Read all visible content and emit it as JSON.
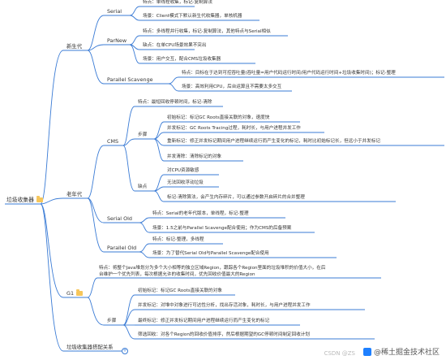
{
  "root": "垃圾收集器",
  "young": {
    "label": "新生代",
    "serial": {
      "label": "Serial",
      "feature": "特点：单线程收集，标记-复制算法",
      "scene": "场景：Client模式下默认新生代收集器，单核机器"
    },
    "parnew": {
      "label": "ParNew",
      "feature": "特点：多线程并行收集，标记-复制算法，其他特点与Serial相似",
      "cons": "缺点：在单CPU场景效果不突出",
      "scene": "场景：用户交互，配合CMS垃圾收集器"
    },
    "ps": {
      "label": "Parallel Scavenge",
      "feature": "特点：目标在于达到可控吞吐量(吞吐量=用户代码运行时间/用户代码运行时间+垃圾收集时间)；标记-整理",
      "scene": "场景：高效利用CPU，后台运算且不需要太多交互"
    }
  },
  "old": {
    "label": "老年代",
    "cms": {
      "label": "CMS",
      "feature": "特点：最短回收停顿时间，标记-清除",
      "steps_label": "步骤",
      "steps": [
        "初始标记：标记GC Roots直接关联的对象，速度快",
        "并发标记：GC Roots Tracing过程，耗时长，与用户进程并发工作",
        "重新标记：修正并发标记期间用户进程继续运行而产生变化的标记，耗时比初始标记长，但远小于并发标记",
        "并发清除：清除标记的对象"
      ],
      "cons_label": "缺点",
      "cons": [
        "对CPU资源敏感",
        "无法回收浮动垃圾",
        "标记-清除算法，会产生内存碎片，可以通过参数开启碎片的合并整理"
      ]
    },
    "serial_old": {
      "label": "Serial Old",
      "feature": "特点：Serial的老年代版本，单线程，标记-整理",
      "scene": "场景：1.5之前与Parallel Scavenge配合使用；作为CMS的后备预案"
    },
    "parallel_old": {
      "label": "Parallel Old",
      "feature": "特点：标记-整理，多线程",
      "scene": "场景：为了替代Serial Old与Parallel Scavenge配合使用"
    }
  },
  "g1": {
    "label": "G1",
    "feature_l1": "特点：将整个Java堆划分为多个大小相等的独立区域Region，跟踪各个Region里面的垃圾堆积的价值大小，在后",
    "feature_l2": "台维护一个优先列表，每次根据允许的收集时间，优先回收价值最大的Region",
    "steps_label": "步骤",
    "steps": [
      "初始标记：标记GC Roots直接关联的对象",
      "并发标记：对堆中对象进行可达性分析，找出存活对象，耗时长，与用户进程并发工作",
      "最终标记：修正并发标记期间用户进程继续运行而产生变化的标记",
      "筛选回收：对各个Region的回收价值排序，然后根据期望的GC停顿时间制定回收计划"
    ]
  },
  "combo": {
    "label": "垃圾收集器搭配关系",
    "expand": "+"
  },
  "watermark": "@稀土掘金技术社区",
  "csdn": "CSDN @ZS"
}
